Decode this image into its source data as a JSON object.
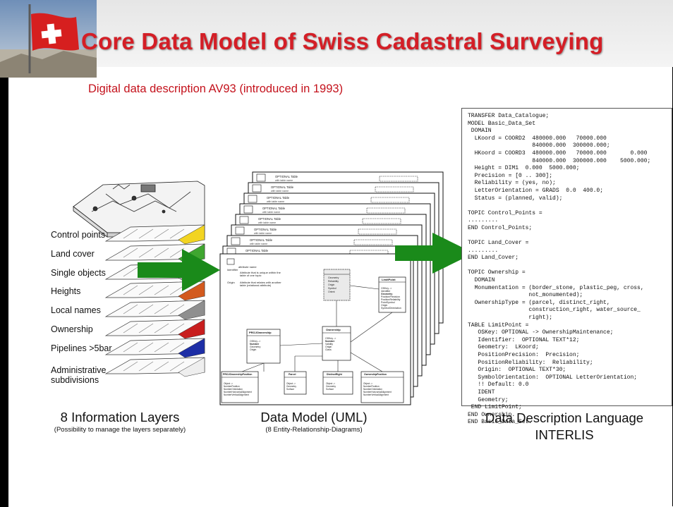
{
  "slide": {
    "title": "Core Data Model of Swiss Cadastral Surveying",
    "subtitle": "Digital data description AV93 (introduced in 1993)"
  },
  "layers": {
    "items": [
      {
        "label": "Control points",
        "color": "#f2d421"
      },
      {
        "label": "Land cover",
        "color": "#3fa630"
      },
      {
        "label": "Single objects",
        "color": "#a0a0a0"
      },
      {
        "label": "Heights",
        "color": "#d35a1e"
      },
      {
        "label": "Local names",
        "color": "#8f8f8f"
      },
      {
        "label": "Ownership",
        "color": "#c81e1e"
      },
      {
        "label": "Pipelines >5bar",
        "color": "#1d2ea6"
      },
      {
        "label": "Administrative subdivisions",
        "color": "#eeeeee"
      }
    ],
    "caption": "8 Information Layers",
    "caption_sub": "(Possibility to manage the layers separately)"
  },
  "uml": {
    "caption": "Data Model (UML)",
    "caption_sub": "(8 Entity-Relationship-Diagrams)",
    "stack_label": "OPTIONAL Table",
    "stack_sublabel": "with table name",
    "boxes": {
      "limitpoint": "LimitPoint",
      "projownership": "PROJOwnership",
      "ownership": "Ownership",
      "projownershipposition": "PROJOwnershipPosition",
      "parcel": "Parcel",
      "distinctright": "DistinctRight",
      "ownershipposition": "OwnershipPosition"
    }
  },
  "interlis": {
    "caption": "Data Description Language INTERLIS",
    "code": "TRANSFER Data_Catalogue;\nMODEL Basic_Data_Set\n DOMAIN\n  LKoord = COORD2  480000.000   70000.000\n                   840000.000  300000.000;\n  HKoord = COORD3  480000.000   70000.000       0.000\n                   840000.000  300000.000    5000.000;\n  Height = DIM1  0.000  5000.000;\n  Precision = [0 .. 300];\n  Reliability = (yes, no);\n  LetterOrientation = GRADS  0.0  400.0;\n  Status = (planned, valid);\n\nTOPIC Control_Points =\n.........\nEND Control_Points;\n\nTOPIC Land_Cover =\n.........\nEND Land_Cover;\n\nTOPIC Ownership =\n  DOMAIN\n  Monumentation = (border_stone, plastic_peg, cross,\n                  not_monumented);\n  OwnershipType = (parcel, distinct_right,\n                  construction_right, water_source_\n                  right);\nTABLE LimitPoint =\n   OSKey: OPTIONAL -> OwnershipMaintenance;\n   Identifier:  OPTIONAL TEXT*12;\n   Geometry:  LKoord;\n   PositionPrecision:  Precision;\n   PositionReliability:  Reliability;\n   Origin:  OPTIONAL TEXT*30;\n   SymbolOrientation:  OPTIONAL LetterOrientation;\n   !! Default: 0.0\n   IDENT\n   Geometry;\n END LimitPoint;\nEND Ownership.\nEND Basic_Data_Set."
  },
  "colors": {
    "title": "#d41e26",
    "subtitle": "#c4121c",
    "arrow": "#1a8a1a"
  }
}
